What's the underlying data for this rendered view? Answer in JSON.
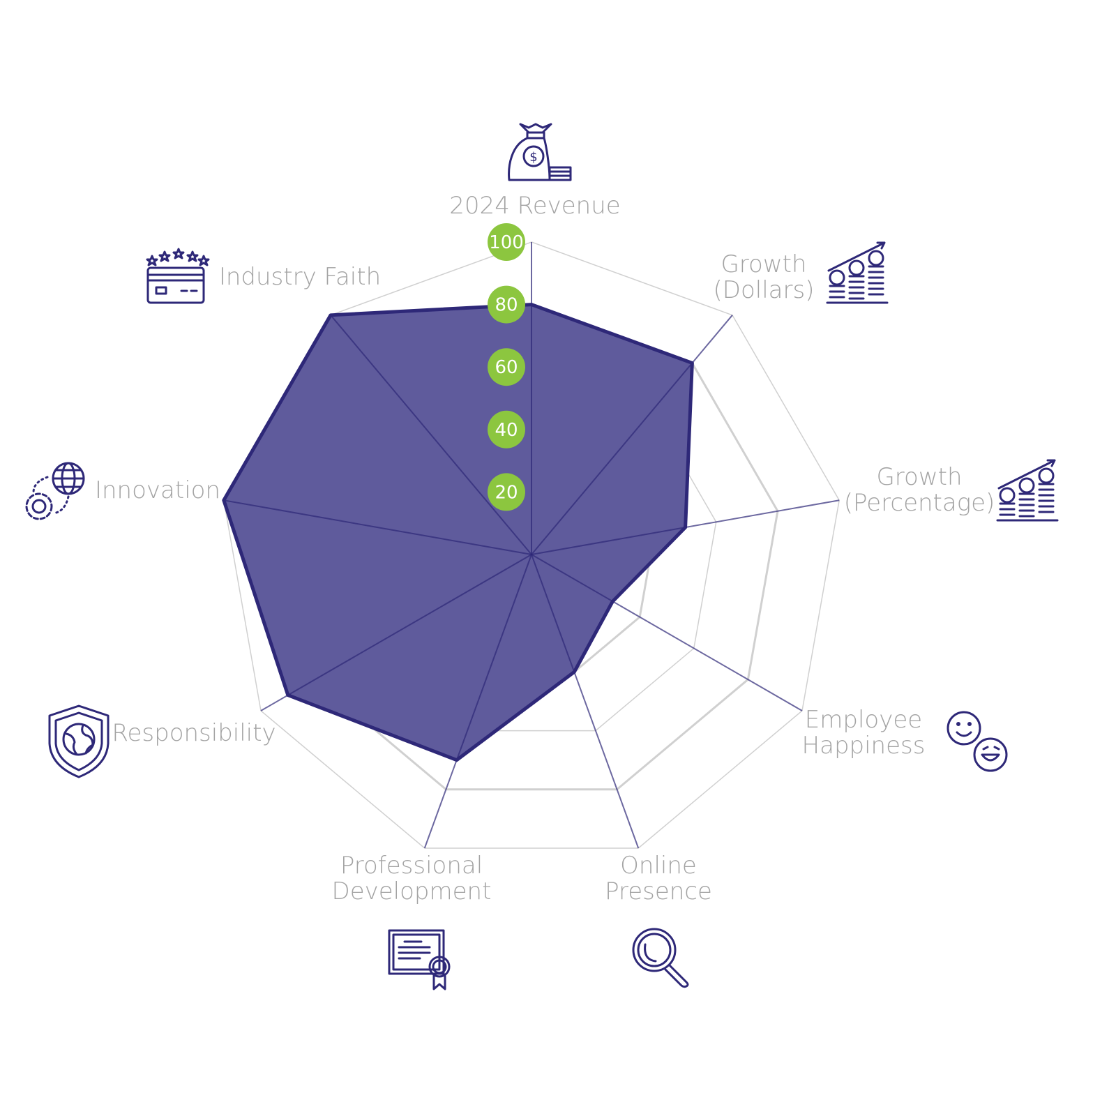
{
  "chart_data": {
    "type": "radar",
    "title": "",
    "axes": [
      "2024 Revenue",
      "Growth (Dollars)",
      "Growth (Percentage)",
      "Employee Happiness",
      "Online Presence",
      "Professional Development",
      "Responsibility",
      "Innovation",
      "Industry Faith"
    ],
    "axis_label_lines": [
      [
        "2024 Revenue"
      ],
      [
        "Growth",
        "(Dollars)"
      ],
      [
        "Growth",
        "(Percentage)"
      ],
      [
        "Employee",
        "Happiness"
      ],
      [
        "Online",
        "Presence"
      ],
      [
        "Professional",
        "Development"
      ],
      [
        "Responsibility"
      ],
      [
        "Innovation"
      ],
      [
        "Industry Faith"
      ]
    ],
    "icons": [
      "money-bag-icon",
      "coin-stacks-growth-icon",
      "coin-stacks-growth-icon",
      "smiley-faces-icon",
      "magnifier-icon",
      "certificate-icon",
      "shield-globe-icon",
      "globe-gear-icon",
      "credit-card-stars-icon"
    ],
    "values": [
      80,
      80,
      50,
      30,
      40,
      70,
      90,
      100,
      100
    ],
    "range": [
      0,
      100
    ],
    "ticks": [
      "20",
      "40",
      "60",
      "80",
      "100"
    ],
    "tick_values": [
      20,
      40,
      60,
      80,
      100
    ],
    "colors": {
      "fill": "#5f5b9c",
      "stroke": "#2e2878",
      "axis": "#6b66a6",
      "grid": "#d0d0d0",
      "tick_badge": "#8cc63f"
    }
  }
}
